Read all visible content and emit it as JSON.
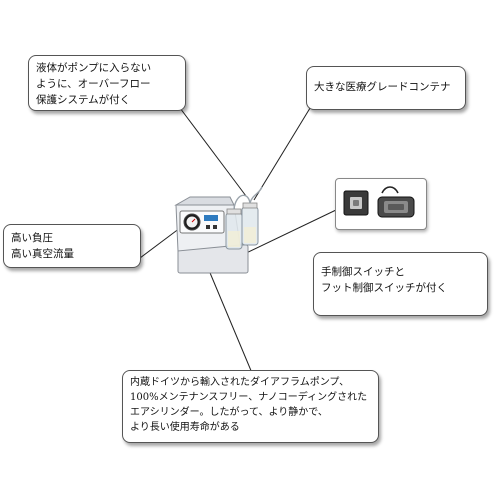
{
  "callouts": {
    "overflow": [
      "液体がポンプに入らない",
      "ように、オーバーフロー",
      "保護システムが付く"
    ],
    "container": [
      "大きな医療グレードコンテナ"
    ],
    "pressure": [
      "高い負圧",
      "高い真空流量"
    ],
    "switch": [
      "手制御スイッチと",
      "フット制御スイッチが付く"
    ],
    "pump": [
      "内蔵ドイツから輸入されたダイアフラムポンプ、",
      "100%メンテナンスフリー、ナノコーディングされた",
      "エアシリンダー。したがって、より静かで、",
      "より長い使用寿命がある"
    ]
  }
}
